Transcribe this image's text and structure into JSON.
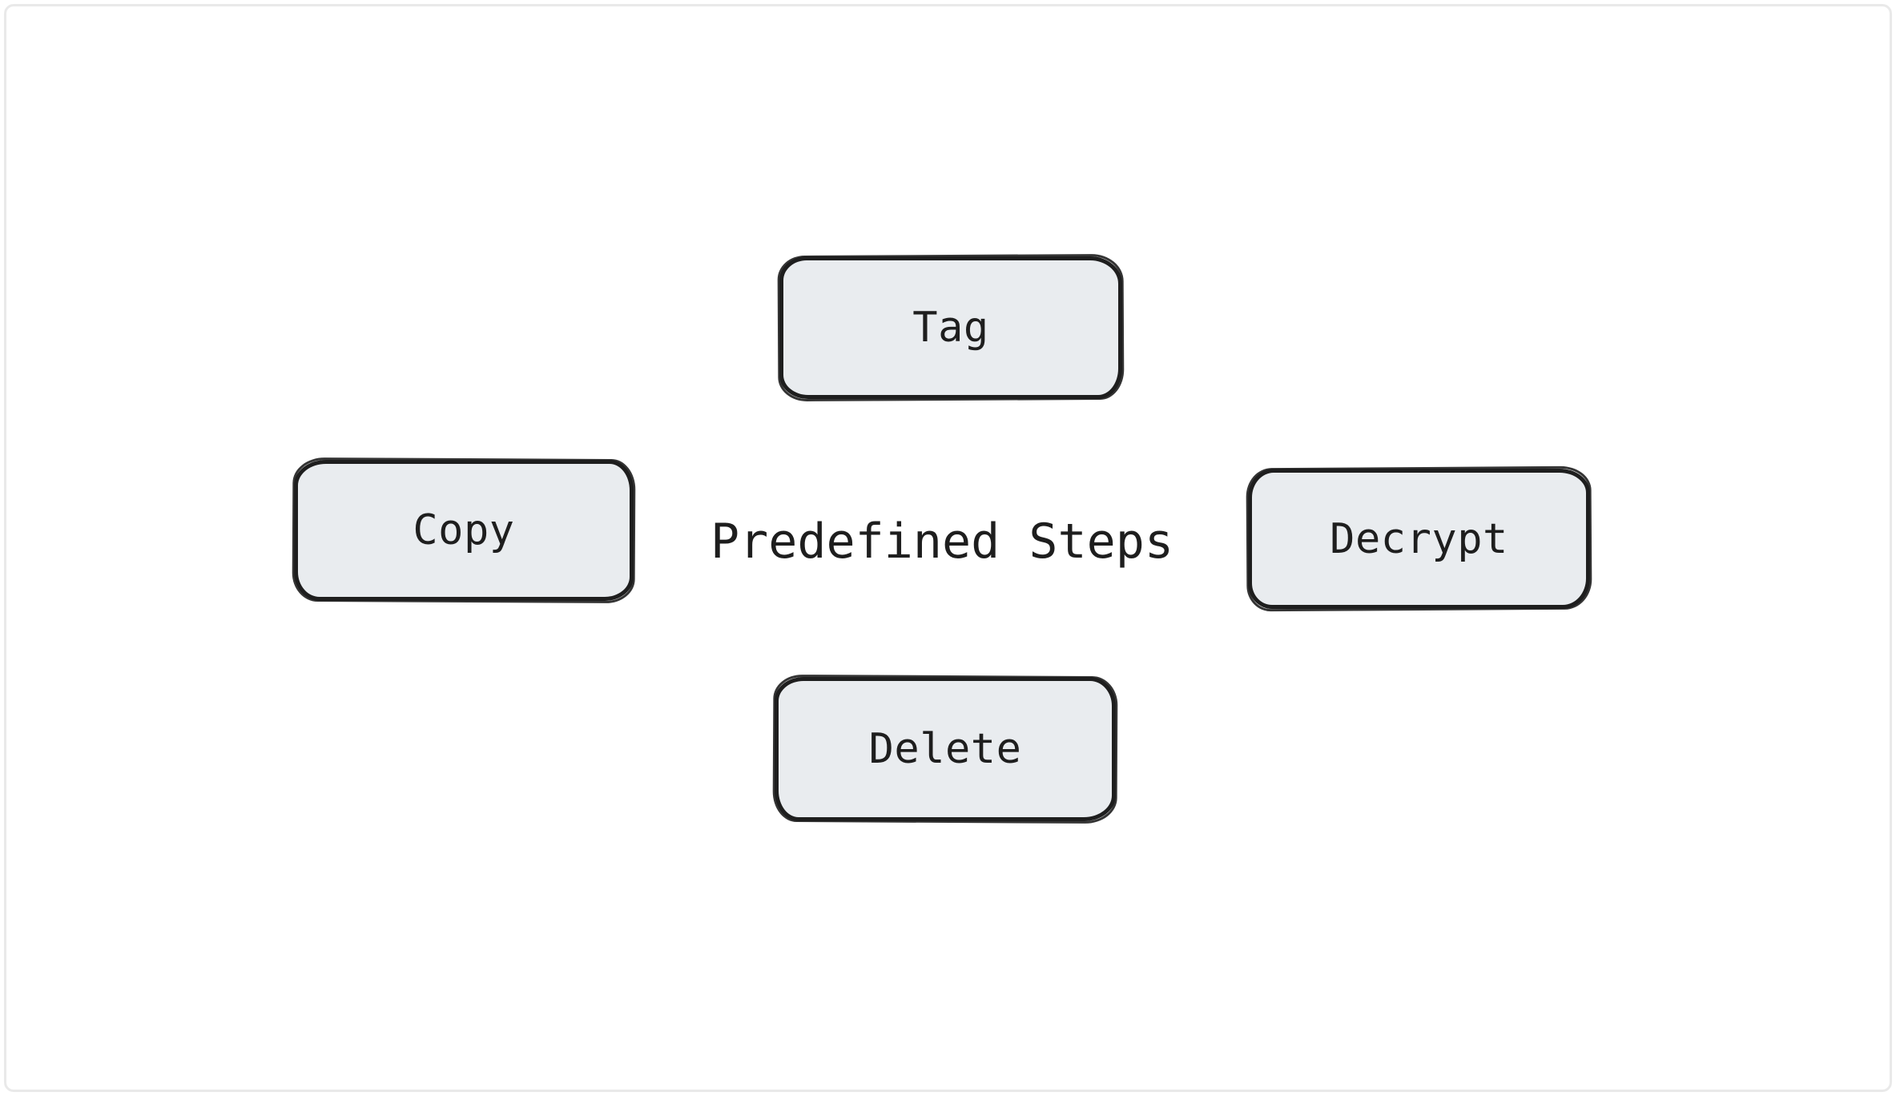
{
  "diagram": {
    "title": "Predefined Steps",
    "nodes": [
      {
        "id": "tag",
        "label": "Tag"
      },
      {
        "id": "copy",
        "label": "Copy"
      },
      {
        "id": "decrypt",
        "label": "Decrypt"
      },
      {
        "id": "delete",
        "label": "Delete"
      }
    ]
  },
  "colors": {
    "node_fill": "#e9ecef",
    "node_stroke": "#1e1e1e",
    "text_color": "#1e1e1e",
    "frame_border": "#e9e9e9",
    "canvas_bg": "#ffffff"
  }
}
